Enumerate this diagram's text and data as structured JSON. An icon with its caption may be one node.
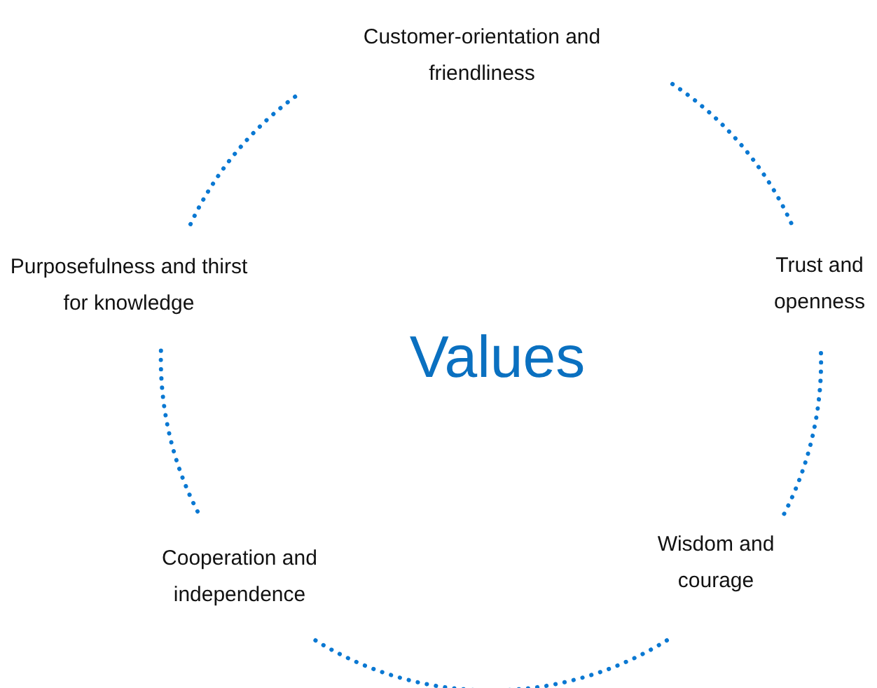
{
  "diagram": {
    "nodes": [
      {
        "text": [
          "Values"
        ]
      },
      {
        "text": [
          "Customer-orientation and friendliness"
        ]
      },
      {
        "text": [
          "Trust and openness"
        ]
      },
      {
        "text": [
          "Wisdom and courage"
        ]
      },
      {
        "text": [
          "Cooperation and independence"
        ]
      },
      {
        "text": [
          "Purposefulness and thirst for knowledge"
        ]
      }
    ],
    "edges": [
      {
        "from": 1,
        "to": 2,
        "arrow": "none",
        "style": "dashed"
      },
      {
        "from": 2,
        "to": 3,
        "arrow": "none",
        "style": "dashed"
      },
      {
        "from": 3,
        "to": 4,
        "arrow": "none",
        "style": "dashed"
      },
      {
        "from": 4,
        "to": 5,
        "arrow": "none",
        "style": "dashed"
      },
      {
        "from": 5,
        "to": 1,
        "arrow": "none",
        "style": "dashed"
      }
    ]
  }
}
